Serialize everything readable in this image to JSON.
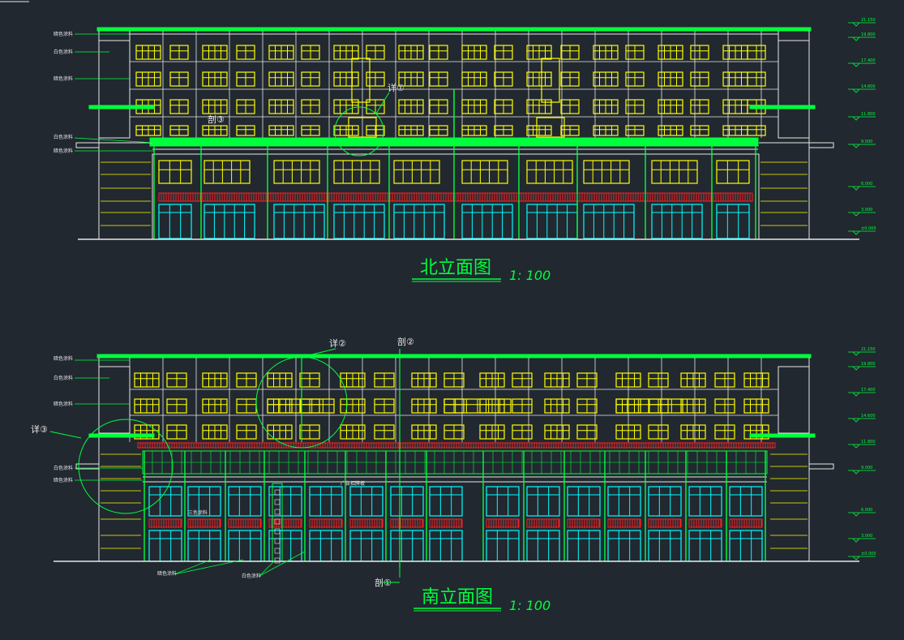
{
  "colors": {
    "background": "#212830",
    "wall_line": "#e8e8e8",
    "structure": "#00ff3c",
    "window": "#ffff00",
    "glass": "#00ffff",
    "band": "#ff2020",
    "roof": "#00ff3c",
    "annotation": "#00ff3c"
  },
  "north": {
    "title": "北立面图",
    "scale": "1: 100",
    "callouts": [
      "详①",
      "剖③"
    ],
    "material_labels": [
      "暗色涂料",
      "白色涂料",
      "暗色涂料",
      "白色涂料",
      "暗色涂料"
    ]
  },
  "south": {
    "title": "南立面图",
    "scale": "1: 100",
    "callouts": [
      "详②",
      "剖②",
      "详③",
      "剖①"
    ],
    "material_labels": [
      "暗色涂料",
      "白色涂料",
      "暗色涂料",
      "白色涂料",
      "暗色涂料"
    ],
    "bottom_labels": [
      "暗色涂料",
      "白色涂料"
    ],
    "sign_labels": [
      "三色涂料",
      "广告招牌板"
    ]
  },
  "levels": [
    "21.150",
    "19.800",
    "17.400",
    "14.600",
    "11.800",
    "9.000",
    "6.000",
    "3.000",
    "±0.000"
  ]
}
